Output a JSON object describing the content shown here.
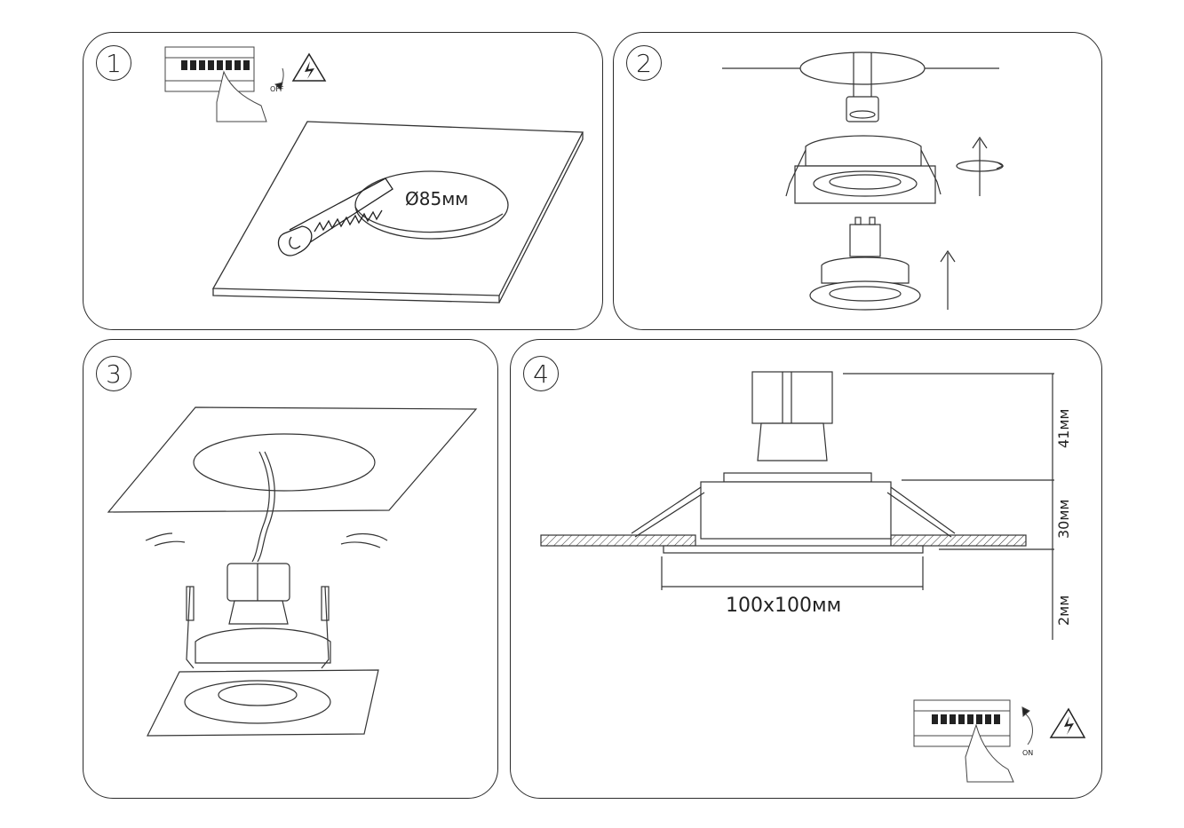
{
  "steps": [
    {
      "number": "1",
      "switch_label": "OFF",
      "hole_label": "Ø85мм"
    },
    {
      "number": "2"
    },
    {
      "number": "3"
    },
    {
      "number": "4",
      "dim_height_top": "41мм",
      "dim_height_mid": "30мм",
      "dim_height_bottom": "2мм",
      "dim_width": "100x100мм",
      "switch_label": "ON"
    }
  ]
}
